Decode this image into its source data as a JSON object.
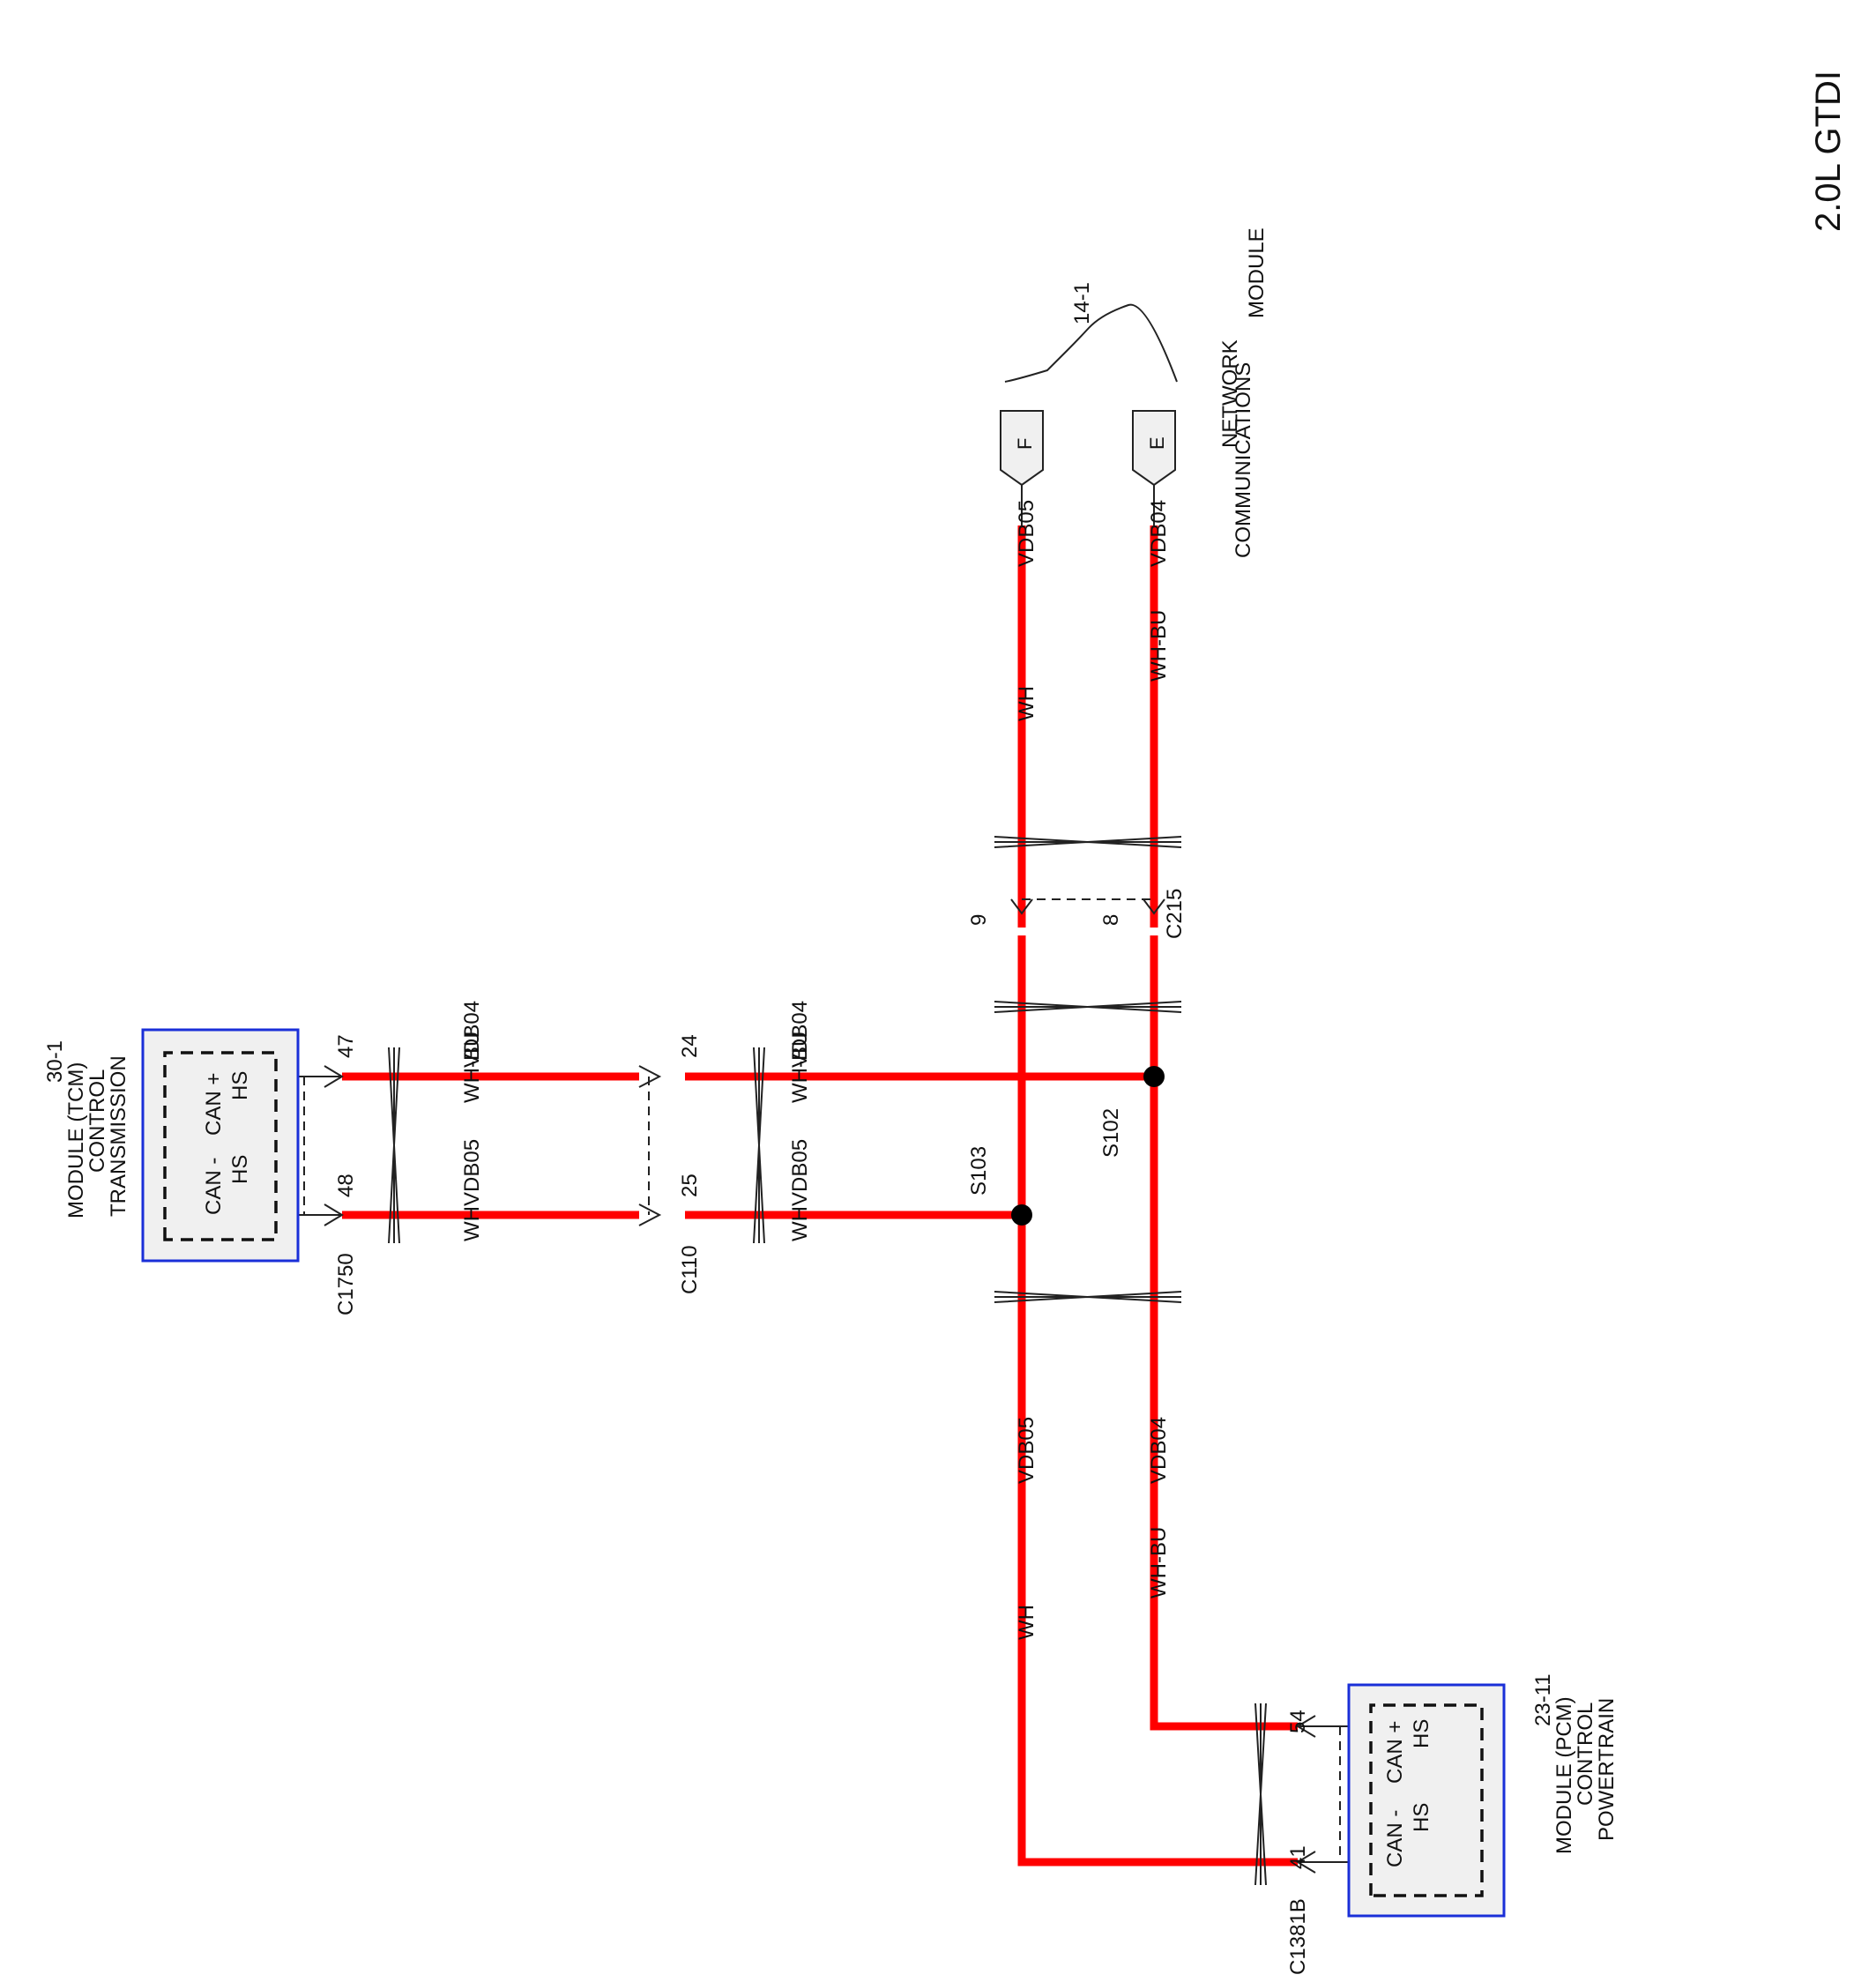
{
  "title": "2.0L GTDI",
  "network": {
    "label_lines": [
      "MODULE",
      "COMMUNICATIONS",
      "NETWORK"
    ],
    "page_ref": "14-1",
    "connector_e": "E",
    "connector_f": "F"
  },
  "circuits": {
    "vdb04": {
      "name": "VDB04",
      "color_code": "WH-BU"
    },
    "vdb05": {
      "name": "VDB05",
      "color_code": "WH"
    }
  },
  "connectors": {
    "c215": {
      "name": "C215",
      "pin_vdb04": "8",
      "pin_vdb05": "9"
    },
    "c110": {
      "name": "C110",
      "pin_vdb04": "24",
      "pin_vdb05": "25"
    },
    "c1750": {
      "name": "C1750",
      "pin_vdb04": "47",
      "pin_vdb05": "48"
    },
    "c1381b": {
      "name": "C1381B",
      "pin_vdb04": "54",
      "pin_vdb05": "41"
    }
  },
  "splices": {
    "s102": "S102",
    "s103": "S103"
  },
  "tcm": {
    "label_lines": [
      "TRANSMISSION",
      "CONTROL",
      "MODULE (TCM)",
      "30-1"
    ],
    "pin_plus": "HS CAN +",
    "pin_minus": "HS CAN -",
    "hs": "HS",
    "can_plus": "CAN +",
    "can_minus": "CAN -"
  },
  "pcm": {
    "label_lines": [
      "POWERTRAIN",
      "CONTROL",
      "MODULE (PCM)",
      "23-11"
    ],
    "hs": "HS",
    "can_plus": "CAN +",
    "can_minus": "CAN -"
  },
  "colors": {
    "wire": "#ff0000",
    "module_border": "#1a2fd8",
    "module_fill": "#f0f0f0"
  }
}
